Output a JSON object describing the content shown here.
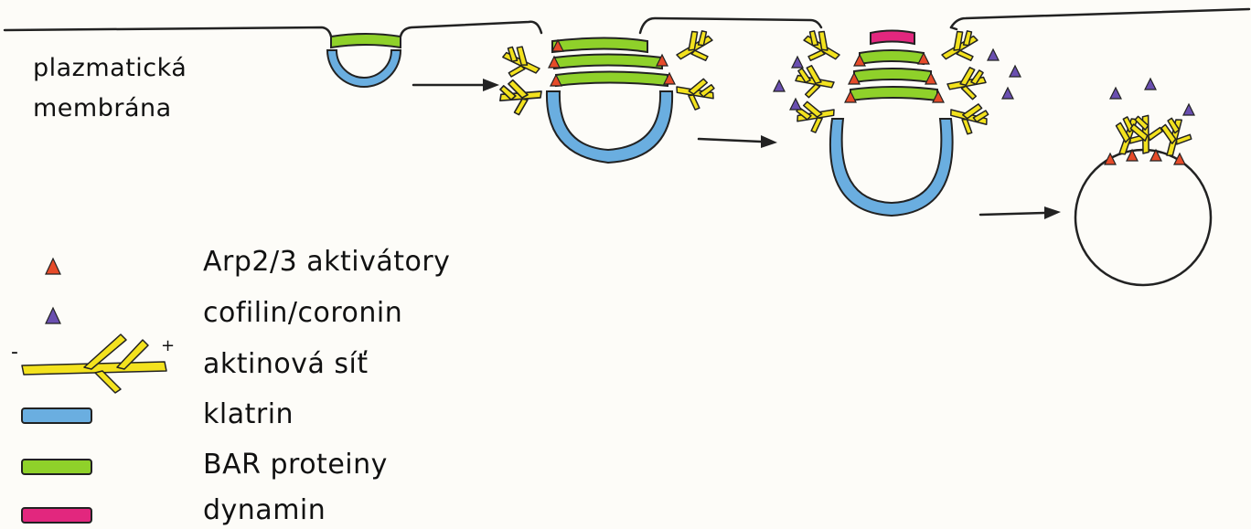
{
  "membrane_label": [
    "plazmatická",
    "membrána"
  ],
  "legend": [
    {
      "key": "arp",
      "label": "Arp2/3 aktivátory",
      "color": "#e64b2a"
    },
    {
      "key": "cofilin",
      "label": "cofilin/coronin",
      "color": "#6a4fb0"
    },
    {
      "key": "actin",
      "label": "aktinová síť",
      "color": "#f3e21e",
      "minus": "-",
      "plus": "+"
    },
    {
      "key": "clathrin",
      "label": "klatrin",
      "color": "#6aaee0"
    },
    {
      "key": "bar",
      "label": "BAR proteiny",
      "color": "#8fd12a"
    },
    {
      "key": "dynamin",
      "label": "dynamin",
      "color": "#e2277e"
    }
  ]
}
